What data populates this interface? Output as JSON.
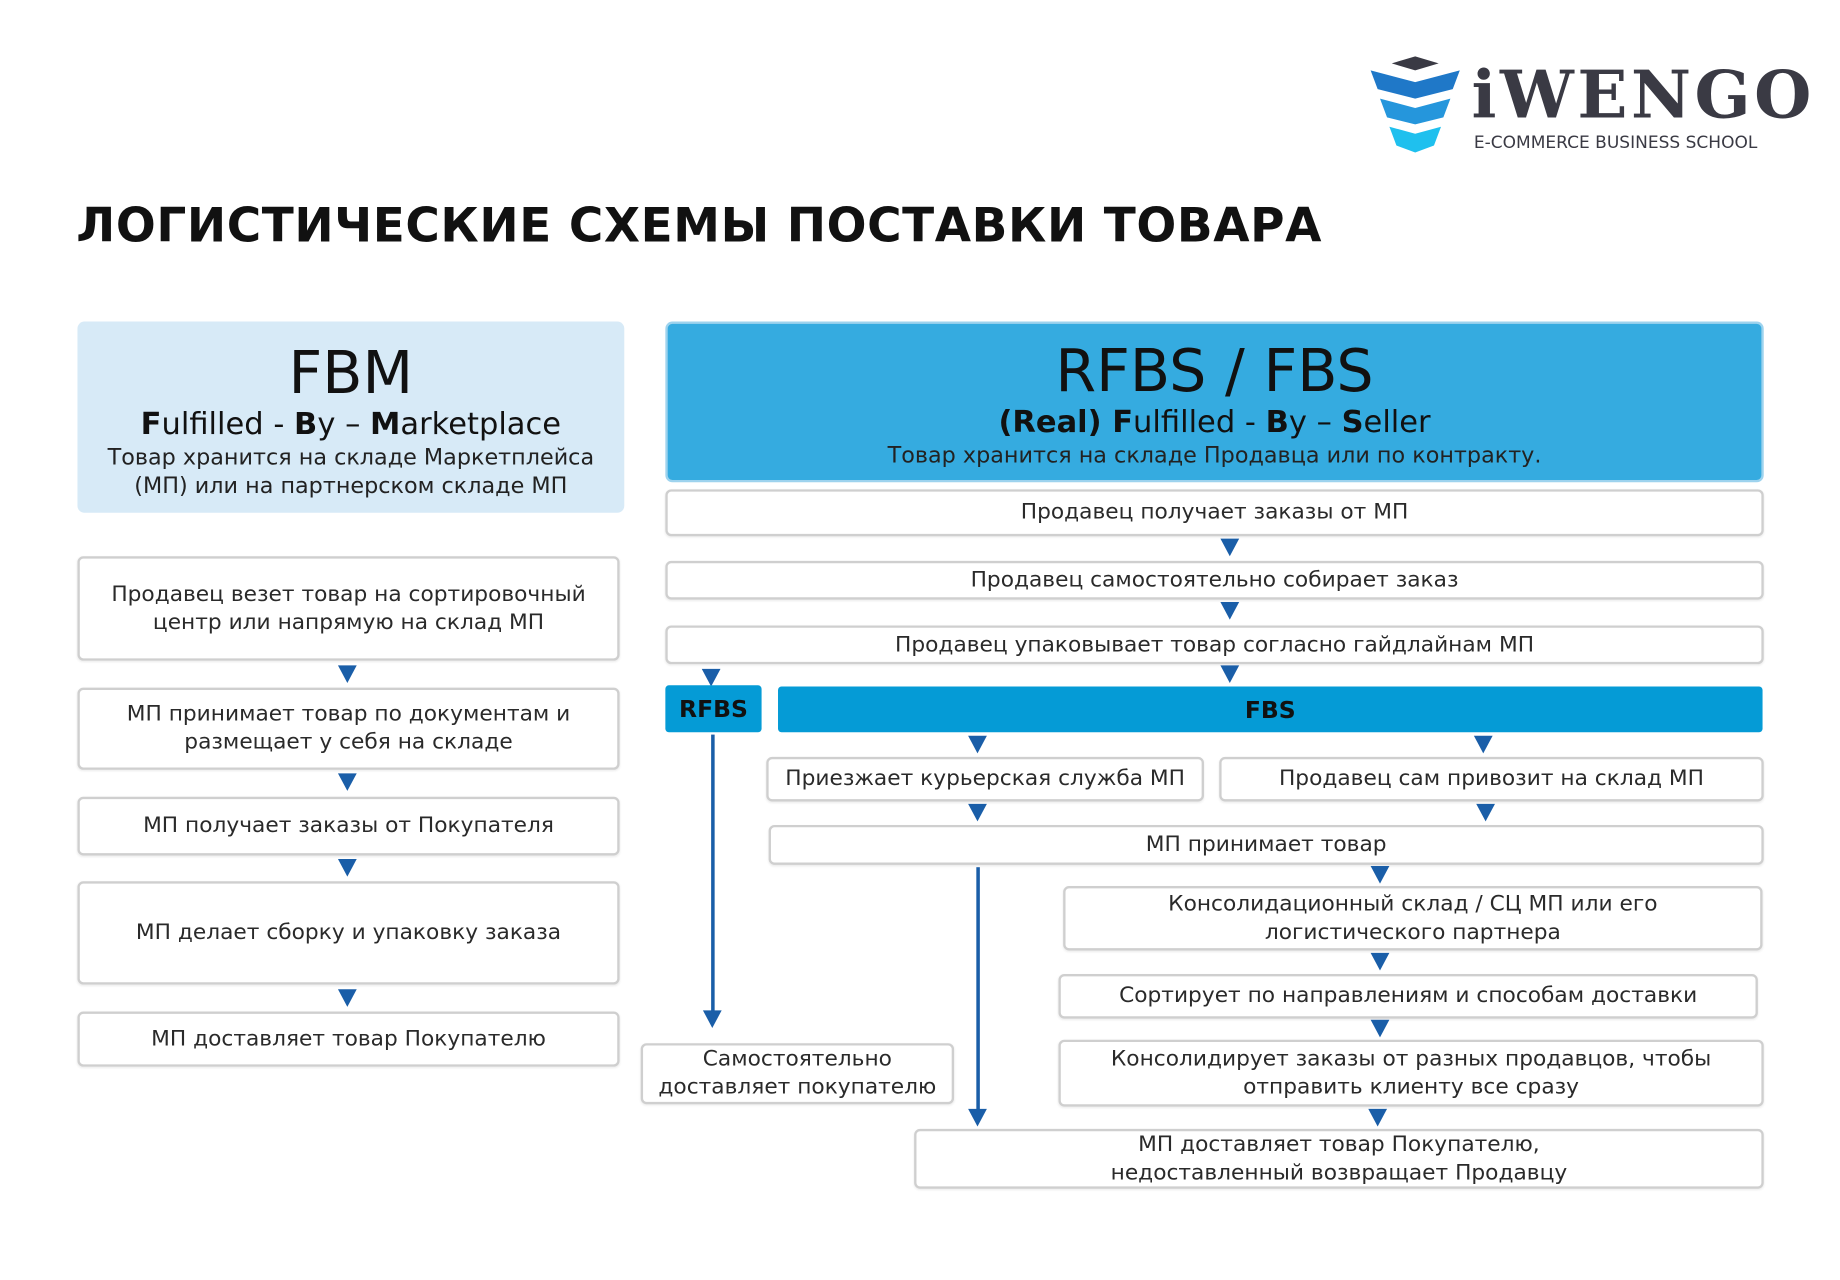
{
  "logo": {
    "name": "iWENGO",
    "tagline": "E-COMMERCE BUSINESS SCHOOL"
  },
  "title": "ЛОГИСТИЧЕСКИЕ СХЕМЫ ПОСТАВКИ ТОВАРА",
  "fbm": {
    "heading": "FBM",
    "expansion": [
      {
        "b": "F",
        "t": "ulfilled - "
      },
      {
        "b": "B",
        "t": "y – "
      },
      {
        "b": "M",
        "t": "arketplace"
      }
    ],
    "description": "Товар хранится на складе Маркетплейса\n(МП) или на партнерском складе МП",
    "steps": [
      "Продавец везет товар на сортировочный\nцентр или напрямую на склад МП",
      "МП принимает товар по документам и\nразмещает у себя на складе",
      "МП получает заказы от Покупателя",
      "МП делает сборку и упаковку заказа",
      "МП доставляет товар Покупателю"
    ]
  },
  "fbs": {
    "heading": "RFBS / FBS",
    "expansion": [
      {
        "b": "(Real) F",
        "t": "ulfilled - "
      },
      {
        "b": "B",
        "t": "y – "
      },
      {
        "b": "S",
        "t": "eller"
      }
    ],
    "description": "Товар хранится на складе Продавца или по контракту.",
    "common_steps": [
      "Продавец получает заказы от МП",
      "Продавец самостоятельно собирает заказ",
      "Продавец упаковывает товар согласно гайдлайнам МП"
    ],
    "rfbs_label": "RFBS",
    "fbs_label": "FBS",
    "rfbs_final": "Самостоятельно\nдоставляет покупателю",
    "courier": "Приезжает курьерская служба МП",
    "self_bring": "Продавец сам привозит на склад МП",
    "mp_accepts": "МП принимает товар",
    "consolidation_wh": "Консолидационный склад / СЦ МП или его\nлогистического партнера",
    "sorts": "Сортирует по направлениям и способам доставки",
    "consolidates": "Консолидирует заказы от разных продавцов, чтобы\nотправить клиенту все сразу",
    "final": "МП доставляет товар Покупателю,\nнедоставленный возвращает Продавцу"
  }
}
